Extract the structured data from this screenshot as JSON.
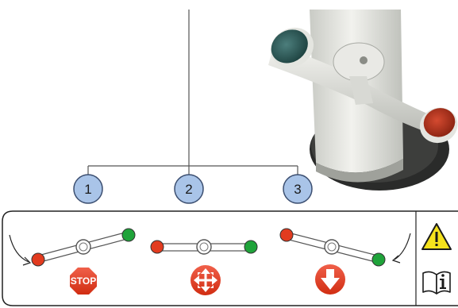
{
  "callouts": [
    {
      "label": "1"
    },
    {
      "label": "2"
    },
    {
      "label": "3"
    }
  ],
  "positions": [
    {
      "name": "stop",
      "symbol": "stop-sign",
      "symbol_text": "STOP"
    },
    {
      "name": "free-movement",
      "symbol": "four-way-arrows"
    },
    {
      "name": "lowering",
      "symbol": "down-arrow"
    }
  ],
  "side_icons": [
    "warning-triangle-icon",
    "manual-info-icon"
  ],
  "colors": {
    "callout_fill": "#a9c4e8",
    "callout_stroke": "#3b4e70",
    "knob_green": "#1fa33a",
    "knob_red": "#e23b1f",
    "symbol_red": "#e8401c",
    "warning_yellow": "#f5e21d",
    "handle_cap_teal": "#2f5f5e",
    "handle_cap_red": "#b8301c"
  }
}
